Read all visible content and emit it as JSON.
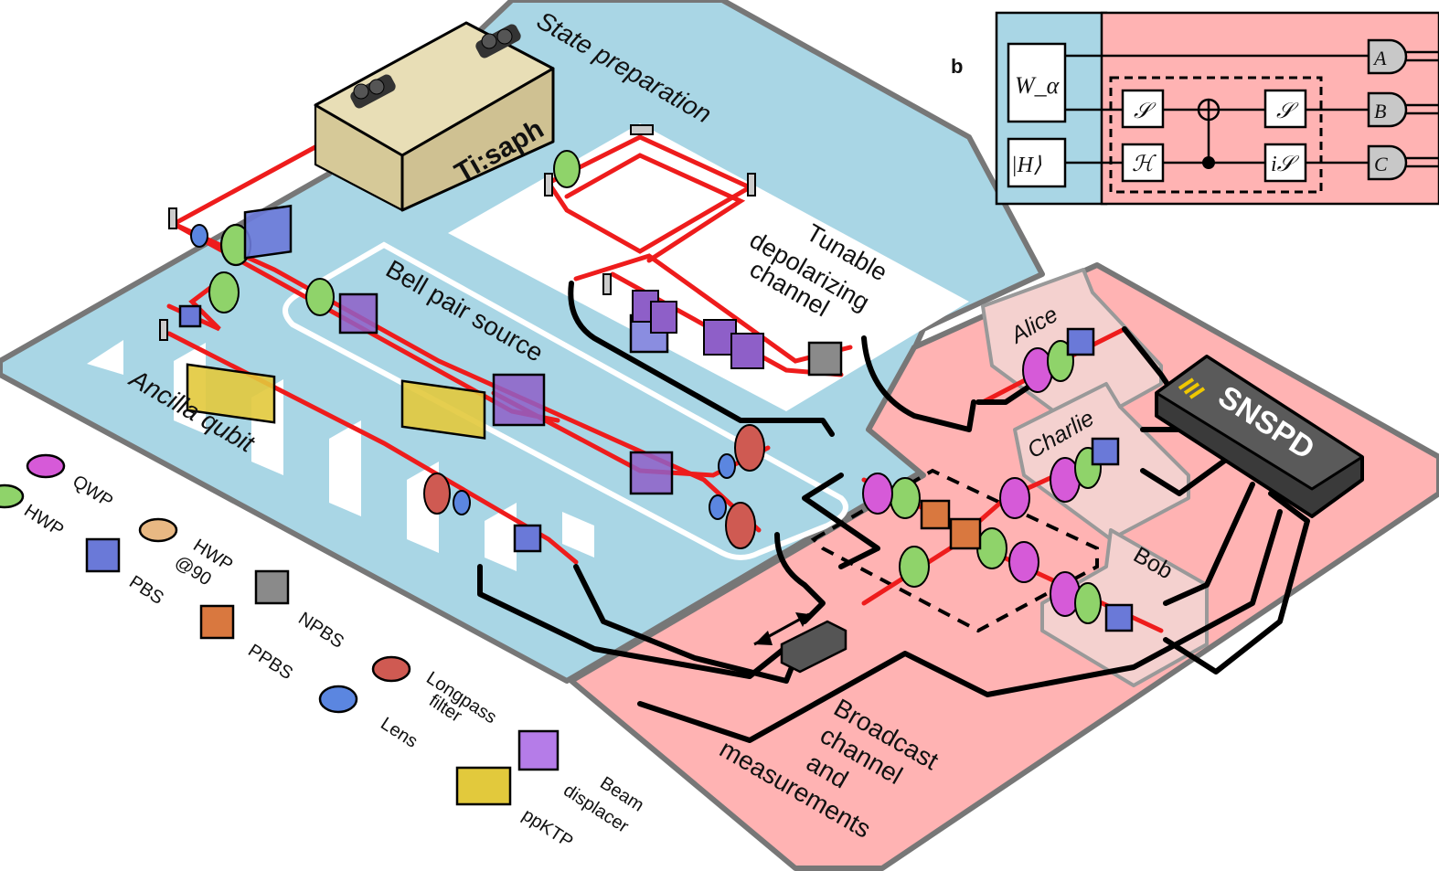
{
  "panel_label": "b",
  "regions": {
    "state_preparation": "State preparation",
    "tunable_channel": [
      "Tunable",
      "depolarizing",
      "channel"
    ],
    "bell_pair_source": "Bell pair source",
    "ancilla_qubit": "Ancilla qubit",
    "broadcast": [
      "Broadcast",
      "channel",
      "and",
      "measurements"
    ]
  },
  "laser": {
    "label": "Ti:saph"
  },
  "detector": {
    "label": "SNSPD"
  },
  "parties": [
    "Alice",
    "Charlie",
    "Bob"
  ],
  "legend": [
    {
      "key": "qwp",
      "label": "QWP",
      "color": "#d65ad8"
    },
    {
      "key": "hwp",
      "label": "HWP",
      "color": "#8fd36a"
    },
    {
      "key": "hwp90",
      "label": [
        "HWP",
        "@90"
      ],
      "color": "#e8b883"
    },
    {
      "key": "pbs",
      "label": "PBS",
      "color": "#6a79d8"
    },
    {
      "key": "npbs",
      "label": "NPBS",
      "color": "#8a8a8a"
    },
    {
      "key": "ppbs",
      "label": "PPBS",
      "color": "#d9783f"
    },
    {
      "key": "longpass",
      "label": [
        "Longpass",
        "filter"
      ],
      "color": "#cf5a52"
    },
    {
      "key": "lens",
      "label": "Lens",
      "color": "#5b86e0"
    },
    {
      "key": "beam_displacer",
      "label": [
        "Beam",
        "displacer"
      ],
      "color": "#b57ce8"
    },
    {
      "key": "ppktp",
      "label": "ppKTP",
      "color": "#e2c93c"
    }
  ],
  "circuit": {
    "inputs": [
      "W_α",
      "|H⟩"
    ],
    "gates_top": [
      "𝒮",
      "𝒮"
    ],
    "gates_bottom": [
      "ℋ",
      "i𝒮"
    ],
    "measurements": [
      "A",
      "B",
      "C"
    ]
  },
  "colors": {
    "prep_bg": "#a9d6e5",
    "broadcast_bg": "#ffb3b3",
    "beam": "#ee1c1c",
    "border": "#777777"
  }
}
